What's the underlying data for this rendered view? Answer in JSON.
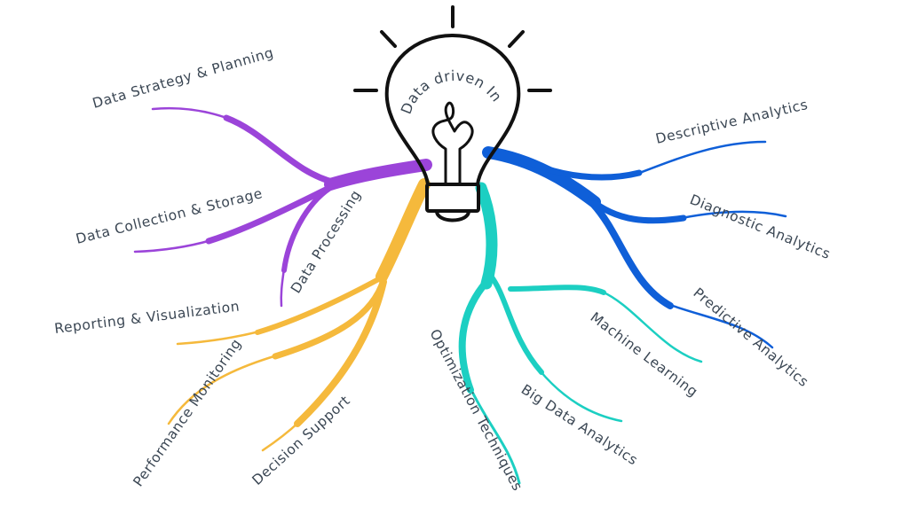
{
  "center": {
    "title": "Data driven Insights",
    "icon": "lightbulb-icon"
  },
  "colors": {
    "purple": "#9b44d9",
    "yellow": "#f5b93c",
    "teal": "#1ccfc2",
    "blue": "#0f5fd8",
    "text": "#3b4754",
    "bulb": "#111111"
  },
  "branches": {
    "purple": {
      "items": [
        "Data Strategy & Planning",
        "Data Collection & Storage",
        "Data Processing"
      ]
    },
    "yellow": {
      "items": [
        "Reporting & Visualization",
        "Performance Monitoring",
        "Decision Support"
      ]
    },
    "teal": {
      "items": [
        "Optimization Techniques",
        "Big Data Analytics",
        "Machine Learning"
      ]
    },
    "blue": {
      "items": [
        "Descriptive Analytics",
        "Diagnostic Analytics",
        "Predictive Analytics"
      ]
    }
  }
}
